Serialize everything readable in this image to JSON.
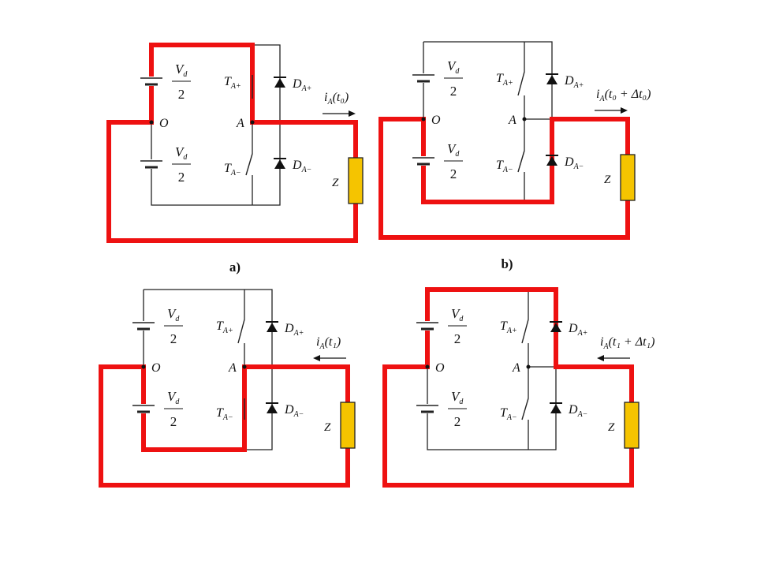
{
  "highlight_color": "#ee1111",
  "load_color": "#f5c400",
  "wire_color": "#222222",
  "source_label_num": "V",
  "source_label_sub": "d",
  "source_label_den": "2",
  "node_O": "O",
  "node_A": "A",
  "switch_upper": "T",
  "switch_upper_sub": "A+",
  "switch_lower": "T",
  "switch_lower_sub": "A−",
  "diode_upper": "D",
  "diode_upper_sub": "A+",
  "diode_lower": "D",
  "diode_lower_sub": "A−",
  "load_label": "Z",
  "panels": [
    {
      "caption": "a)",
      "current_prefix": "i",
      "current_sub": "A",
      "current_arg": "(t₀)",
      "arrow_direction": "right",
      "upper_switch_state": "closed",
      "lower_switch_state": "open"
    },
    {
      "caption": "b)",
      "current_prefix": "i",
      "current_sub": "A",
      "current_arg": "(t₀ + Δt₀)",
      "arrow_direction": "right",
      "upper_switch_state": "open",
      "lower_switch_state": "open"
    },
    {
      "caption": "",
      "current_prefix": "i",
      "current_sub": "A",
      "current_arg": "(t₁)",
      "arrow_direction": "left",
      "upper_switch_state": "open",
      "lower_switch_state": "closed"
    },
    {
      "caption": "",
      "current_prefix": "i",
      "current_sub": "A",
      "current_arg": "(t₁ + Δt₁)",
      "arrow_direction": "left",
      "upper_switch_state": "open",
      "lower_switch_state": "open"
    }
  ]
}
